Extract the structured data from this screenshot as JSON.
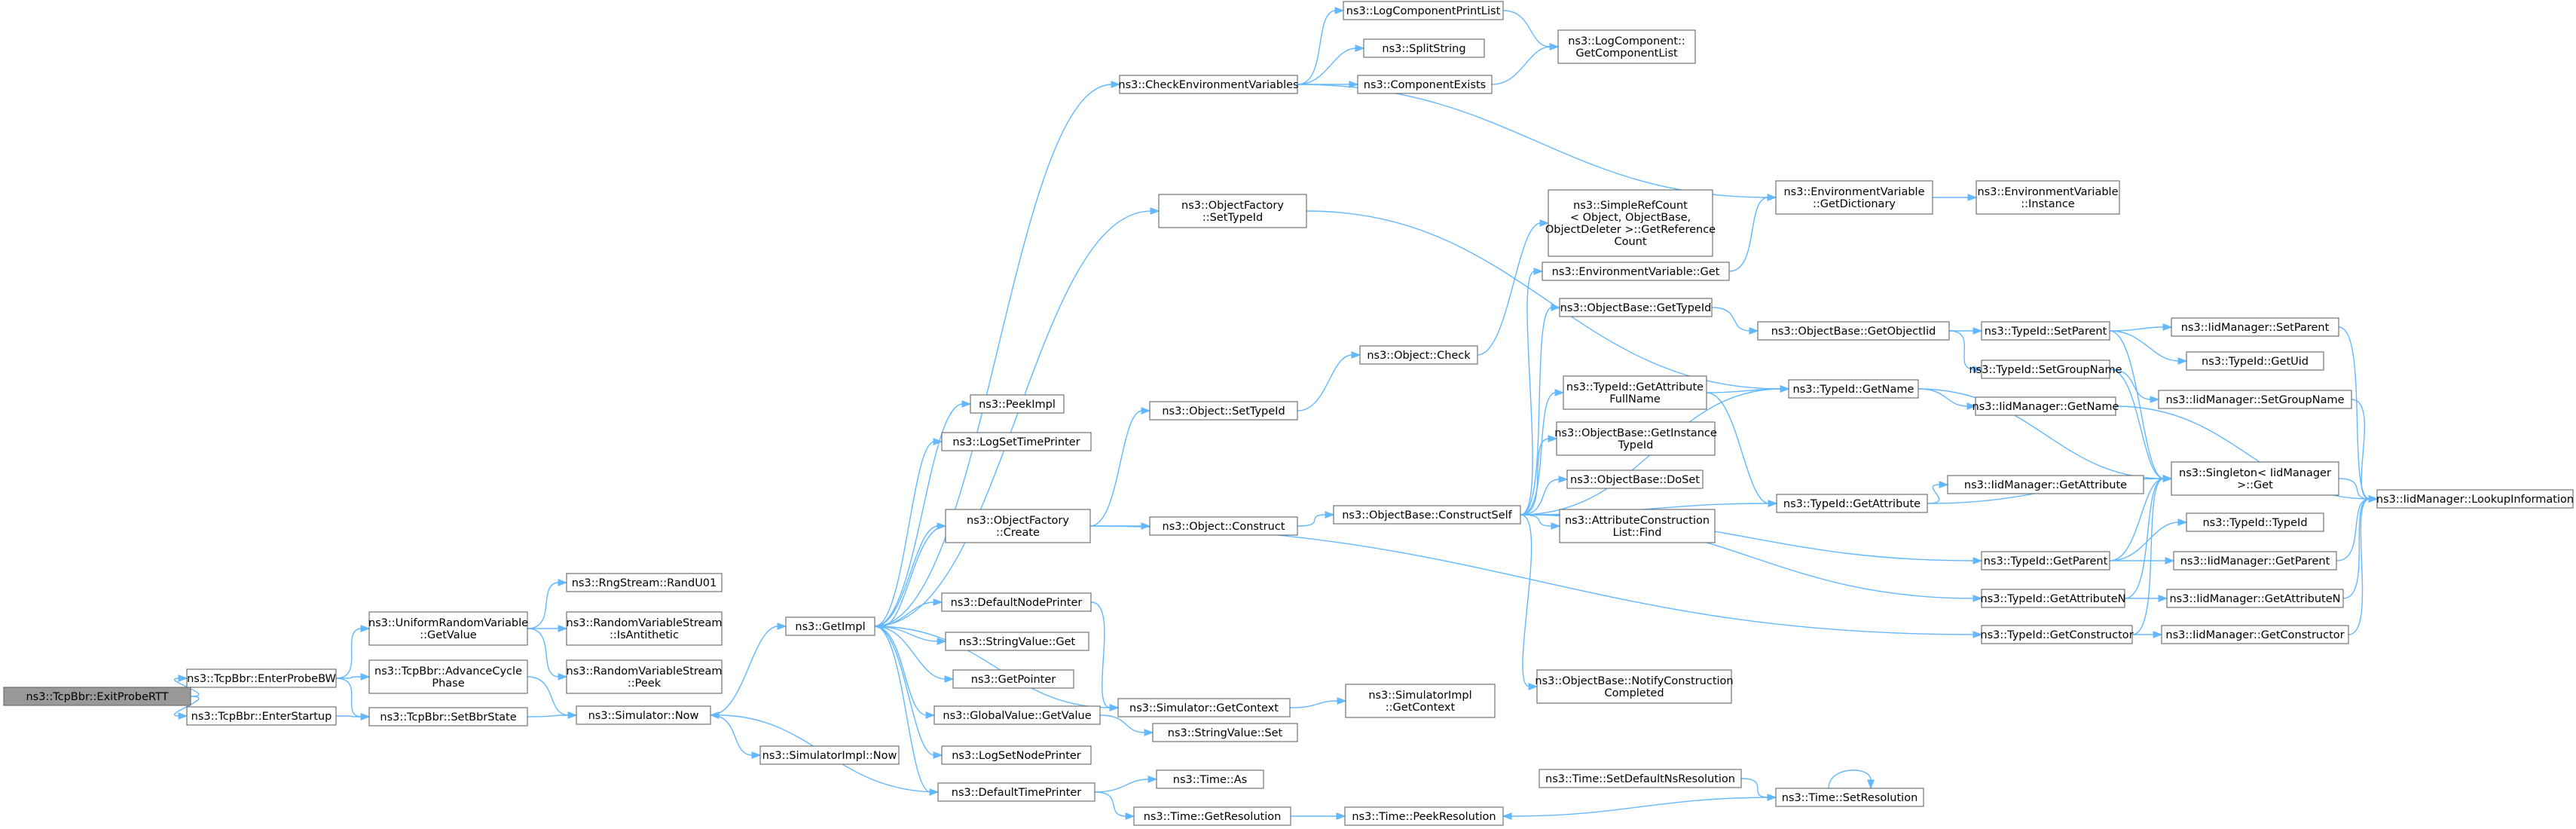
{
  "graph": {
    "nodes": [
      {
        "id": "exitprobertt",
        "lines": [
          "ns3::TcpBbr::ExitProbeRTT"
        ],
        "root": true
      },
      {
        "id": "enterprobebw",
        "lines": [
          "ns3::TcpBbr::EnterProbeBW"
        ]
      },
      {
        "id": "enterstartup",
        "lines": [
          "ns3::TcpBbr::EnterStartup"
        ]
      },
      {
        "id": "urv_getvalue",
        "lines": [
          "ns3::UniformRandomVariable",
          "::GetValue"
        ]
      },
      {
        "id": "advancecyclephase",
        "lines": [
          "ns3::TcpBbr::AdvanceCycle",
          "Phase"
        ]
      },
      {
        "id": "setbbrstate",
        "lines": [
          "ns3::TcpBbr::SetBbrState"
        ]
      },
      {
        "id": "randu01",
        "lines": [
          "ns3::RngStream::RandU01"
        ]
      },
      {
        "id": "isantithetic",
        "lines": [
          "ns3::RandomVariableStream",
          "::IsAntithetic"
        ]
      },
      {
        "id": "rvs_peek",
        "lines": [
          "ns3::RandomVariableStream",
          "::Peek"
        ]
      },
      {
        "id": "sim_now",
        "lines": [
          "ns3::Simulator::Now"
        ]
      },
      {
        "id": "simimpl_now",
        "lines": [
          "ns3::SimulatorImpl::Now"
        ]
      },
      {
        "id": "getimpl",
        "lines": [
          "ns3::GetImpl"
        ]
      },
      {
        "id": "peekimpl",
        "lines": [
          "ns3::PeekImpl"
        ]
      },
      {
        "id": "logsettimeprinter",
        "lines": [
          "ns3::LogSetTimePrinter"
        ]
      },
      {
        "id": "of_create",
        "lines": [
          "ns3::ObjectFactory",
          "::Create"
        ]
      },
      {
        "id": "defaultnodeprinter",
        "lines": [
          "ns3::DefaultNodePrinter"
        ]
      },
      {
        "id": "stringvalue_get",
        "lines": [
          "ns3::StringValue::Get"
        ]
      },
      {
        "id": "getpointer",
        "lines": [
          "ns3::GetPointer"
        ]
      },
      {
        "id": "gv_getvalue",
        "lines": [
          "ns3::GlobalValue::GetValue"
        ]
      },
      {
        "id": "logsetnodeprinter",
        "lines": [
          "ns3::LogSetNodePrinter"
        ]
      },
      {
        "id": "defaulttimeprinter",
        "lines": [
          "ns3::DefaultTimePrinter"
        ]
      },
      {
        "id": "checkenv",
        "lines": [
          "ns3::CheckEnvironmentVariables"
        ]
      },
      {
        "id": "logcomponentprintlist",
        "lines": [
          "ns3::LogComponentPrintList"
        ]
      },
      {
        "id": "splitstring",
        "lines": [
          "ns3::SplitString"
        ]
      },
      {
        "id": "componentexists",
        "lines": [
          "ns3::ComponentExists"
        ]
      },
      {
        "id": "getcomponentlist",
        "lines": [
          "ns3::LogComponent::",
          "GetComponentList"
        ]
      },
      {
        "id": "of_settypeid",
        "lines": [
          "ns3::ObjectFactory",
          "::SetTypeId"
        ]
      },
      {
        "id": "obj_settypeid",
        "lines": [
          "ns3::Object::SetTypeId"
        ]
      },
      {
        "id": "obj_construct",
        "lines": [
          "ns3::Object::Construct"
        ]
      },
      {
        "id": "obj_check",
        "lines": [
          "ns3::Object::Check"
        ]
      },
      {
        "id": "sim_getcontext",
        "lines": [
          "ns3::Simulator::GetContext"
        ]
      },
      {
        "id": "stringvalue_set",
        "lines": [
          "ns3::StringValue::Set"
        ]
      },
      {
        "id": "simimpl_getcontext",
        "lines": [
          "ns3::SimulatorImpl",
          "::GetContext"
        ]
      },
      {
        "id": "time_as",
        "lines": [
          "ns3::Time::As"
        ]
      },
      {
        "id": "time_getresolution",
        "lines": [
          "ns3::Time::GetResolution"
        ]
      },
      {
        "id": "time_peekresolution",
        "lines": [
          "ns3::Time::PeekResolution"
        ]
      },
      {
        "id": "time_setdefaultns",
        "lines": [
          "ns3::Time::SetDefaultNsResolution"
        ]
      },
      {
        "id": "time_setresolution",
        "lines": [
          "ns3::Time::SetResolution"
        ]
      },
      {
        "id": "constructself",
        "lines": [
          "ns3::ObjectBase::ConstructSelf"
        ]
      },
      {
        "id": "simplerefcount",
        "lines": [
          "ns3::SimpleRefCount",
          "< Object, ObjectBase,",
          "ObjectDeleter >::GetReference",
          "Count"
        ]
      },
      {
        "id": "envvar_get",
        "lines": [
          "ns3::EnvironmentVariable::Get"
        ]
      },
      {
        "id": "ob_gettypeid",
        "lines": [
          "ns3::ObjectBase::GetTypeId"
        ]
      },
      {
        "id": "tid_getattrfullname",
        "lines": [
          "ns3::TypeId::GetAttribute",
          "FullName"
        ]
      },
      {
        "id": "ob_getinstancetypeid",
        "lines": [
          "ns3::ObjectBase::GetInstance",
          "TypeId"
        ]
      },
      {
        "id": "ob_doset",
        "lines": [
          "ns3::ObjectBase::DoSet"
        ]
      },
      {
        "id": "acl_find",
        "lines": [
          "ns3::AttributeConstruction",
          "List::Find"
        ]
      },
      {
        "id": "ob_notifyconstruction",
        "lines": [
          "ns3::ObjectBase::NotifyConstruction",
          "Completed"
        ]
      },
      {
        "id": "envvar_getdict",
        "lines": [
          "ns3::EnvironmentVariable",
          "::GetDictionary"
        ]
      },
      {
        "id": "envvar_instance",
        "lines": [
          "ns3::EnvironmentVariable",
          "::Instance"
        ]
      },
      {
        "id": "ob_getobjectiid",
        "lines": [
          "ns3::ObjectBase::GetObjectIid"
        ]
      },
      {
        "id": "tid_getname",
        "lines": [
          "ns3::TypeId::GetName"
        ]
      },
      {
        "id": "tid_getattribute",
        "lines": [
          "ns3::TypeId::GetAttribute"
        ]
      },
      {
        "id": "tid_setparent",
        "lines": [
          "ns3::TypeId::SetParent"
        ]
      },
      {
        "id": "tid_setgroupname",
        "lines": [
          "ns3::TypeId::SetGroupName"
        ]
      },
      {
        "id": "iid_getname",
        "lines": [
          "ns3::IidManager::GetName"
        ]
      },
      {
        "id": "iid_getattribute",
        "lines": [
          "ns3::IidManager::GetAttribute"
        ]
      },
      {
        "id": "tid_getparent",
        "lines": [
          "ns3::TypeId::GetParent"
        ]
      },
      {
        "id": "tid_getattributen",
        "lines": [
          "ns3::TypeId::GetAttributeN"
        ]
      },
      {
        "id": "tid_getconstructor",
        "lines": [
          "ns3::TypeId::GetConstructor"
        ]
      },
      {
        "id": "iid_setparent",
        "lines": [
          "ns3::IidManager::SetParent"
        ]
      },
      {
        "id": "tid_getuid",
        "lines": [
          "ns3::TypeId::GetUid"
        ]
      },
      {
        "id": "iid_setgroupname",
        "lines": [
          "ns3::IidManager::SetGroupName"
        ]
      },
      {
        "id": "singleton_get",
        "lines": [
          "ns3::Singleton< IidManager",
          ">::Get"
        ]
      },
      {
        "id": "tid_typeid",
        "lines": [
          "ns3::TypeId::TypeId"
        ]
      },
      {
        "id": "iid_getparent",
        "lines": [
          "ns3::IidManager::GetParent"
        ]
      },
      {
        "id": "iid_getattributen",
        "lines": [
          "ns3::IidManager::GetAttributeN"
        ]
      },
      {
        "id": "iid_getconstructor",
        "lines": [
          "ns3::IidManager::GetConstructor"
        ]
      },
      {
        "id": "iid_lookupinfo",
        "lines": [
          "ns3::IidManager::LookupInformation"
        ]
      }
    ],
    "edges": [
      [
        "exitprobertt",
        "enterprobebw"
      ],
      [
        "exitprobertt",
        "enterstartup"
      ],
      [
        "enterprobebw",
        "urv_getvalue"
      ],
      [
        "enterprobebw",
        "advancecyclephase"
      ],
      [
        "enterprobebw",
        "setbbrstate"
      ],
      [
        "enterstartup",
        "setbbrstate"
      ],
      [
        "advancecyclephase",
        "sim_now"
      ],
      [
        "setbbrstate",
        "sim_now"
      ],
      [
        "urv_getvalue",
        "randu01"
      ],
      [
        "urv_getvalue",
        "isantithetic"
      ],
      [
        "urv_getvalue",
        "rvs_peek"
      ],
      [
        "sim_now",
        "getimpl"
      ],
      [
        "sim_now",
        "simimpl_now"
      ],
      [
        "getimpl",
        "peekimpl"
      ],
      [
        "getimpl",
        "logsettimeprinter"
      ],
      [
        "getimpl",
        "of_create"
      ],
      [
        "getimpl",
        "defaultnodeprinter"
      ],
      [
        "getimpl",
        "stringvalue_get"
      ],
      [
        "getimpl",
        "getpointer"
      ],
      [
        "getimpl",
        "gv_getvalue"
      ],
      [
        "getimpl",
        "logsetnodeprinter"
      ],
      [
        "getimpl",
        "defaulttimeprinter"
      ],
      [
        "getimpl",
        "checkenv"
      ],
      [
        "getimpl",
        "of_settypeid"
      ],
      [
        "getimpl",
        "sim_getcontext"
      ],
      [
        "defaultnodeprinter",
        "sim_getcontext"
      ],
      [
        "defaulttimeprinter",
        "sim_now"
      ],
      [
        "defaulttimeprinter",
        "time_as"
      ],
      [
        "defaulttimeprinter",
        "time_getresolution"
      ],
      [
        "gv_getvalue",
        "stringvalue_set"
      ],
      [
        "sim_getcontext",
        "simimpl_getcontext"
      ],
      [
        "of_create",
        "getimpl"
      ],
      [
        "of_create",
        "obj_settypeid"
      ],
      [
        "of_create",
        "obj_construct"
      ],
      [
        "of_create",
        "tid_getconstructor"
      ],
      [
        "obj_settypeid",
        "obj_check"
      ],
      [
        "obj_check",
        "simplerefcount"
      ],
      [
        "obj_construct",
        "constructself"
      ],
      [
        "of_settypeid",
        "tid_getname"
      ],
      [
        "checkenv",
        "logcomponentprintlist"
      ],
      [
        "checkenv",
        "splitstring"
      ],
      [
        "checkenv",
        "componentexists"
      ],
      [
        "checkenv",
        "envvar_getdict"
      ],
      [
        "logcomponentprintlist",
        "getcomponentlist"
      ],
      [
        "componentexists",
        "getcomponentlist"
      ],
      [
        "time_getresolution",
        "time_peekresolution"
      ],
      [
        "time_setdefaultns",
        "time_setresolution"
      ],
      [
        "time_setresolution",
        "time_peekresolution"
      ],
      [
        "time_setresolution",
        "time_setresolution"
      ],
      [
        "constructself",
        "envvar_get"
      ],
      [
        "constructself",
        "ob_gettypeid"
      ],
      [
        "constructself",
        "tid_getattrfullname"
      ],
      [
        "constructself",
        "ob_getinstancetypeid"
      ],
      [
        "constructself",
        "ob_doset"
      ],
      [
        "constructself",
        "acl_find"
      ],
      [
        "constructself",
        "ob_notifyconstruction"
      ],
      [
        "constructself",
        "tid_getname"
      ],
      [
        "constructself",
        "tid_getattribute"
      ],
      [
        "constructself",
        "tid_getparent"
      ],
      [
        "constructself",
        "tid_getattributen"
      ],
      [
        "envvar_get",
        "envvar_getdict"
      ],
      [
        "envvar_getdict",
        "envvar_instance"
      ],
      [
        "ob_gettypeid",
        "ob_getobjectiid"
      ],
      [
        "ob_getobjectiid",
        "tid_setparent"
      ],
      [
        "ob_getobjectiid",
        "tid_setgroupname"
      ],
      [
        "tid_getattrfullname",
        "tid_getname"
      ],
      [
        "tid_getattrfullname",
        "tid_getattribute"
      ],
      [
        "tid_getname",
        "iid_getname"
      ],
      [
        "tid_getname",
        "singleton_get"
      ],
      [
        "tid_getattribute",
        "iid_getattribute"
      ],
      [
        "tid_getattribute",
        "singleton_get"
      ],
      [
        "tid_setparent",
        "iid_setparent"
      ],
      [
        "tid_setparent",
        "tid_getuid"
      ],
      [
        "tid_setparent",
        "singleton_get"
      ],
      [
        "tid_setgroupname",
        "iid_setgroupname"
      ],
      [
        "tid_setgroupname",
        "singleton_get"
      ],
      [
        "tid_getparent",
        "tid_typeid"
      ],
      [
        "tid_getparent",
        "iid_getparent"
      ],
      [
        "tid_getparent",
        "singleton_get"
      ],
      [
        "tid_getattributen",
        "iid_getattributen"
      ],
      [
        "tid_getattributen",
        "singleton_get"
      ],
      [
        "tid_getconstructor",
        "iid_getconstructor"
      ],
      [
        "tid_getconstructor",
        "singleton_get"
      ],
      [
        "iid_getname",
        "iid_lookupinfo"
      ],
      [
        "iid_setparent",
        "iid_lookupinfo"
      ],
      [
        "iid_setgroupname",
        "iid_lookupinfo"
      ],
      [
        "singleton_get",
        "iid_lookupinfo"
      ],
      [
        "iid_getparent",
        "iid_lookupinfo"
      ],
      [
        "iid_getattributen",
        "iid_lookupinfo"
      ],
      [
        "iid_getconstructor",
        "iid_lookupinfo"
      ]
    ]
  }
}
